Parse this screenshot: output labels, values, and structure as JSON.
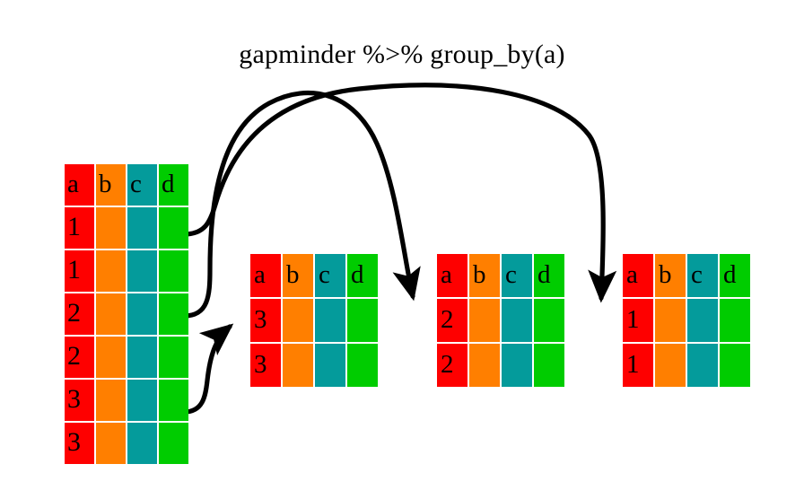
{
  "title": "gapminder %>% group_by(a)",
  "colors": {
    "col_a": "#fe0000",
    "col_b": "#ff7f00",
    "col_c": "#049b9b",
    "col_d": "#00cc00",
    "arrow": "#000000",
    "background": "#ffffff",
    "text": "#000000"
  },
  "columns": [
    "a",
    "b",
    "c",
    "d"
  ],
  "source_table": {
    "name": "gapminder",
    "headers": [
      "a",
      "b",
      "c",
      "d"
    ],
    "rows": [
      [
        "1",
        "",
        "",
        ""
      ],
      [
        "1",
        "",
        "",
        ""
      ],
      [
        "2",
        "",
        "",
        ""
      ],
      [
        "2",
        "",
        "",
        ""
      ],
      [
        "3",
        "",
        "",
        ""
      ],
      [
        "3",
        "",
        "",
        ""
      ]
    ]
  },
  "groups": [
    {
      "key": "3",
      "headers": [
        "a",
        "b",
        "c",
        "d"
      ],
      "rows": [
        [
          "3",
          "",
          "",
          ""
        ],
        [
          "3",
          "",
          "",
          ""
        ]
      ]
    },
    {
      "key": "2",
      "headers": [
        "a",
        "b",
        "c",
        "d"
      ],
      "rows": [
        [
          "2",
          "",
          "",
          ""
        ],
        [
          "2",
          "",
          "",
          ""
        ]
      ]
    },
    {
      "key": "1",
      "headers": [
        "a",
        "b",
        "c",
        "d"
      ],
      "rows": [
        [
          "1",
          "",
          "",
          ""
        ],
        [
          "1",
          "",
          "",
          ""
        ]
      ]
    }
  ],
  "arrows": [
    {
      "from_row": "1",
      "to_group": "1"
    },
    {
      "from_row": "2",
      "to_group": "2"
    },
    {
      "from_row": "3",
      "to_group": "3"
    }
  ]
}
